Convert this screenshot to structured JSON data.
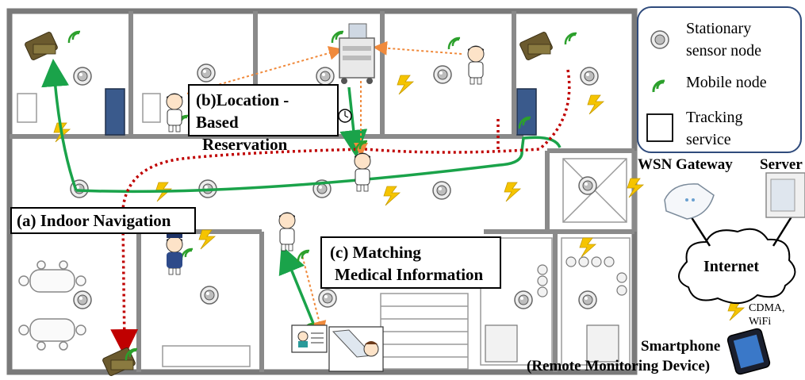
{
  "labels": {
    "indoor_navigation": "(a) Indoor Navigation",
    "location_reservation_line1": "(b)Location -Based",
    "location_reservation_line2": "Reservation",
    "matching_line1": "(c) Matching",
    "matching_line2": "Medical Information"
  },
  "legend": {
    "stationary_line1": "Stationary",
    "stationary_line2": "sensor node",
    "mobile": "Mobile node",
    "tracking_line1": "Tracking",
    "tracking_line2": "service"
  },
  "network": {
    "gateway": "WSN Gateway",
    "server": "Server",
    "internet": "Internet",
    "link_line1": "CDMA,",
    "link_line2": "WiFi",
    "smartphone_line1": "Smartphone",
    "smartphone_line2": "(Remote Monitoring Device)"
  },
  "colors": {
    "navigation_path": "#1aa34a",
    "tracking_path": "#c00000",
    "reservation_path": "#f08a3c",
    "signal": "#f5c400",
    "legend_border": "#2f4b7c"
  }
}
